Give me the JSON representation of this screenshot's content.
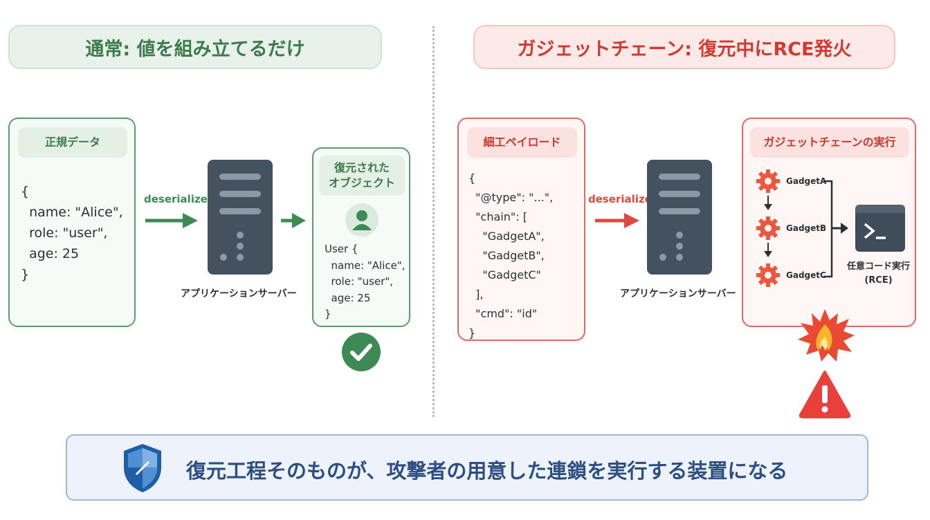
{
  "headers": {
    "left": "通常: 値を組み立てるだけ",
    "right": "ガジェットチェーン: 復元中にRCE発火"
  },
  "left": {
    "input_title": "正規データ",
    "input_code": "{\n  name: \"Alice\",\n  role: \"user\",\n  age: 25\n}",
    "arrow_label": "deserialize",
    "server_label": "アプリケーションサーバー",
    "output_title": "復元された\nオブジェクト",
    "output_code": "User {\n  name: \"Alice\",\n  role: \"user\",\n  age: 25\n}"
  },
  "right": {
    "input_title": "細工ペイロード",
    "input_code": "{\n  \"@type\": \"...\",\n  \"chain\": [\n    \"GadgetA\",\n    \"GadgetB\",\n    \"GadgetC\"\n  ],\n  \"cmd\": \"id\"\n}",
    "arrow_label": "deserialize",
    "server_label": "アプリケーションサーバー",
    "chain_title": "ガジェットチェーンの実行",
    "gadgets": [
      "GadgetA",
      "GadgetB",
      "GadgetC"
    ],
    "rce_label": "任意コード実行\n(RCE)"
  },
  "footer": {
    "text": "復元工程そのものが、攻撃者の用意した連鎖を実行する装置になる"
  },
  "icons": {
    "success": "check-circle-icon",
    "terminal": "terminal-icon",
    "fire": "fire-icon",
    "warning": "warning-icon",
    "shield": "shield-icon",
    "user": "user-avatar-icon",
    "gear": "gear-icon"
  },
  "colors": {
    "safe": "#3d8a55",
    "danger": "#dc4a3d",
    "footer_text": "#2c4e82"
  }
}
